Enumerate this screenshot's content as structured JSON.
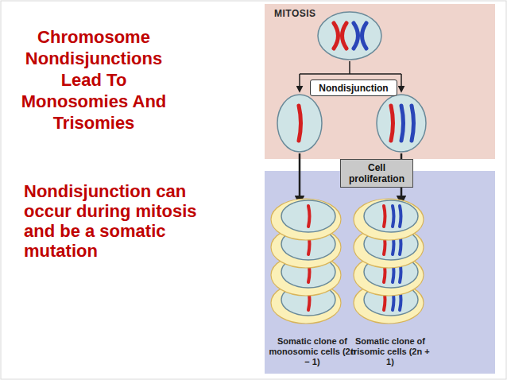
{
  "diagram": {
    "title": "Chromosome Nondisjunctions Lead To Monosomies And Trisomies",
    "nodes": [
      {
        "text": [
          "MITOSIS"
        ]
      },
      {
        "text": [
          "Nondisjunction"
        ],
        "in": 0
      },
      {
        "text": [
          "Cell proliferation"
        ]
      },
      {
        "text": [
          "Somatic clone of monosomic cells (2n − 1)",
          "Somatic clone of trisomic cells (2n + 1)"
        ]
      }
    ],
    "labels": [
      "Nondisjunction can occur during mitosis and be a somatic mutation"
    ]
  }
}
